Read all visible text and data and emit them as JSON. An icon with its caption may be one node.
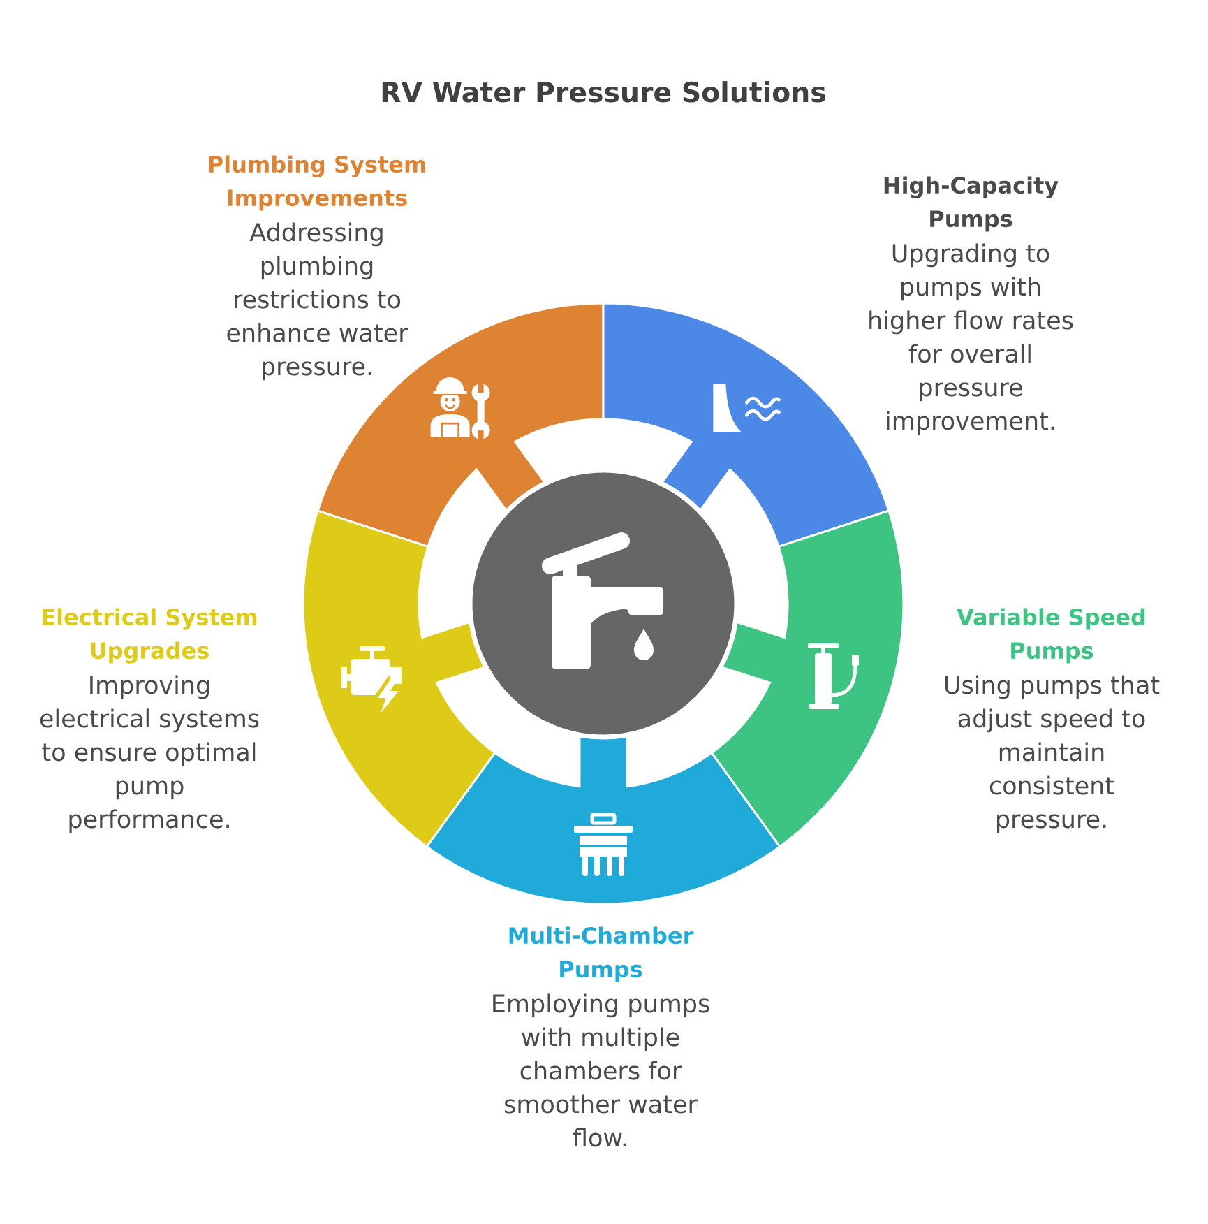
{
  "diagram": {
    "title": "RV Water Pressure Solutions",
    "nodes": [
      {
        "text": [
          "Plumbing System Improvements",
          "Addressing plumbing restrictions to enhance water pressure."
        ]
      },
      {
        "text": [
          "High-Capacity Pumps",
          "Upgrading to pumps with higher flow rates for overall pressure improvement."
        ]
      },
      {
        "text": [],
        "shape": "circle"
      },
      {
        "text": [
          "Electrical System Upgrades",
          "Improving electrical systems to ensure optimal pump performance."
        ]
      },
      {
        "text": [
          "Variable Speed Pumps",
          "Using pumps that adjust speed to maintain consistent pressure."
        ]
      },
      {
        "text": [
          "Multi-Chamber Pumps",
          "Employing pumps with multiple chambers for smoother water flow."
        ]
      }
    ]
  }
}
